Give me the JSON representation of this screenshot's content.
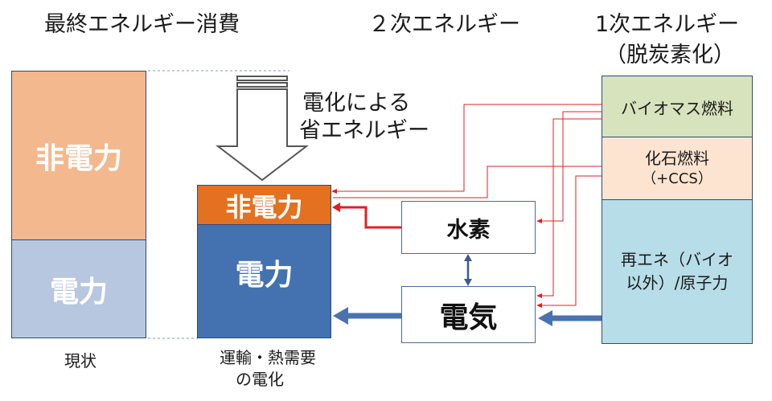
{
  "headers": {
    "final": "最終エネルギー消費",
    "secondary": "２次エネルギー",
    "primary_line1": "1次エネルギー",
    "primary_line2": "（脱炭素化）"
  },
  "current": {
    "non_electric": "非電力",
    "electric": "電力",
    "caption": "現状"
  },
  "future": {
    "non_electric": "非電力",
    "electric": "電力",
    "caption_line1": "運輸・熱需要",
    "caption_line2": "の電化"
  },
  "savings": {
    "line1": "電化による",
    "line2": "省エネルギー"
  },
  "secondary_nodes": {
    "hydrogen": "水素",
    "electricity": "電気"
  },
  "primary_sources": {
    "biomass": "バイオマス燃料",
    "fossil_line1": "化石燃料",
    "fossil_line2": "（+CCS）",
    "renewable_line1": "再エネ（バイオ",
    "renewable_line2": "以外）/原子力"
  },
  "colors": {
    "non_electric_current": "#f4b88e",
    "electric_current": "#b8c7e0",
    "non_electric_future": "#e3711f",
    "electric_future": "#4472b0",
    "biomass": "#d6e3bc",
    "fossil": "#fce4d0",
    "renewable": "#b7dde8",
    "red_line": "#e02020",
    "blue_arrow": "#4a72b0"
  }
}
